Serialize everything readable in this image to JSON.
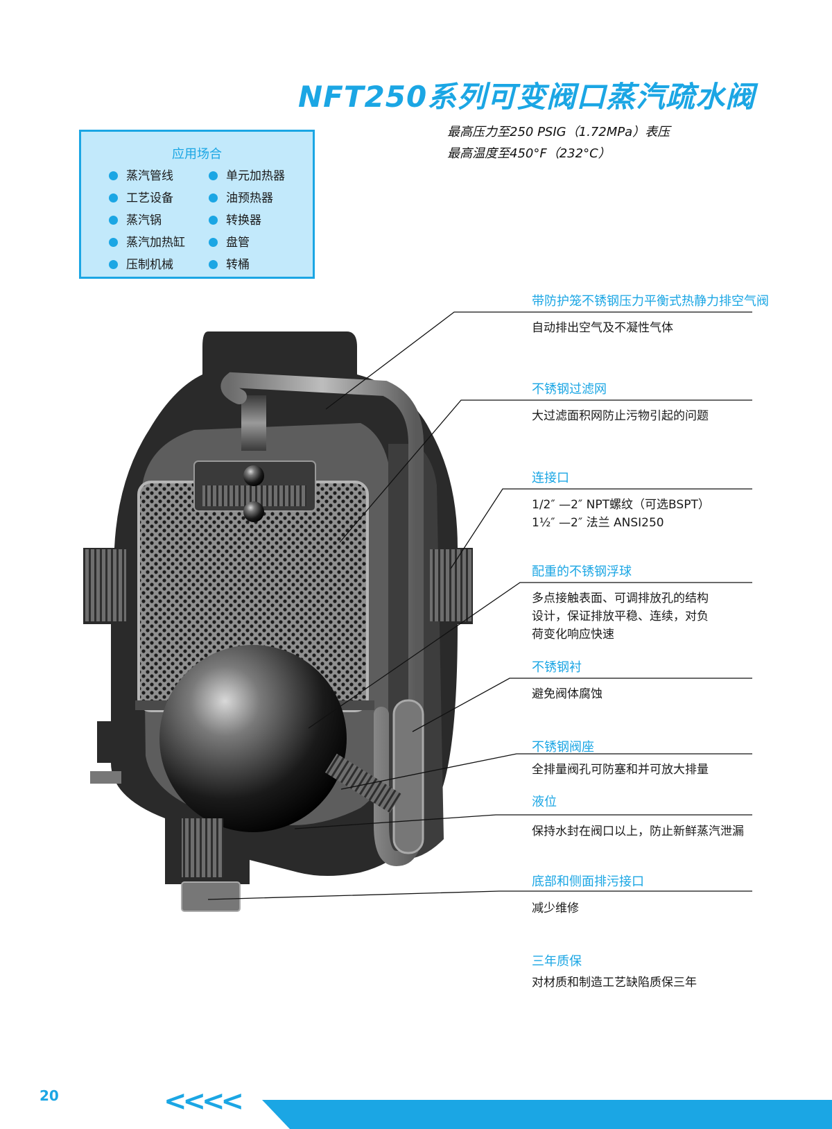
{
  "title": "NFT250系列可变阀口蒸汽疏水阀",
  "specs": {
    "line1": "最高压力至250 PSIG（1.72MPa）表压",
    "line2": "最高温度至450°F（232°C）"
  },
  "applications": {
    "heading": "应用场合",
    "col1": [
      "蒸汽管线",
      "工艺设备",
      "蒸汽锅",
      "蒸汽加热缸",
      "压制机械"
    ],
    "col2": [
      "单元加热器",
      "油预热器",
      "转换器",
      "盘管",
      "转桶"
    ]
  },
  "features": [
    {
      "title": "带防护笼不锈钢压力平衡式热静力排空气阀",
      "desc": [
        "自动排出空气及不凝性气体"
      ]
    },
    {
      "title": "不锈钢过滤网",
      "desc": [
        "大过滤面积网防止污物引起的问题"
      ]
    },
    {
      "title": "连接口",
      "desc": [
        "1/2″ —2″  NPT螺纹（可选BSPT）",
        "1½″ —2″ 法兰  ANSI250"
      ]
    },
    {
      "title": "配重的不锈钢浮球",
      "desc": [
        "多点接触表面、可调排放孔的结构",
        "设计，保证排放平稳、连续，对负",
        "荷变化响应快速"
      ]
    },
    {
      "title": "不锈钢衬",
      "desc": [
        "避免阀体腐蚀"
      ]
    },
    {
      "title": "不锈钢阀座",
      "desc": [
        "全排量阀孔可防塞和并可放大排量"
      ]
    },
    {
      "title": "液位",
      "desc": [
        "保持水封在阀口以上，防止新鲜蒸汽泄漏"
      ]
    },
    {
      "title": "底部和侧面排污接口",
      "desc": [
        "减少维修"
      ]
    },
    {
      "title": "三年质保",
      "desc": [
        "对材质和制造工艺缺陷质保三年"
      ]
    }
  ],
  "footer": {
    "page_number": "20",
    "chevrons": "<<<<"
  },
  "colors": {
    "accent": "#1ba6e4",
    "box_fill": "#c2e9fb",
    "body_dark": "#2a2a2a"
  }
}
